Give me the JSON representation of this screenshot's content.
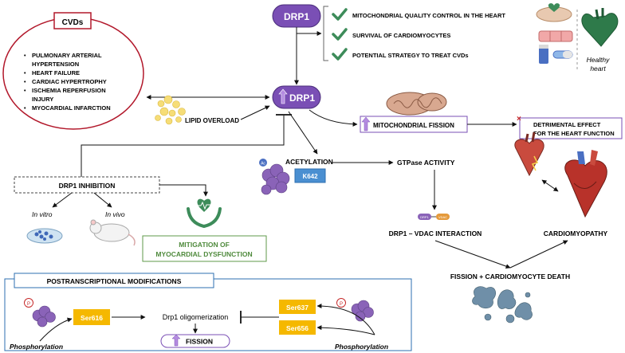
{
  "cvds": {
    "title": "CVDs",
    "items": [
      "PULMONARY ARTERIAL",
      "HYPERTENSION",
      "HEART FAILURE",
      "CARDIAC HYPERTROPHY",
      "ISCHEMIA REPERFUSION",
      "INJURY",
      "MYOCARDIAL INFARCTION"
    ]
  },
  "drp1_top": "DRP1",
  "drp1_mid": "DRP1",
  "benefits": [
    "MITOCHONDRIAL QUALITY CONTROL IN THE HEART",
    "SURVIVAL OF CARDIOMYOCYTES",
    "POTENTIAL STRATEGY TO TREAT CVDs"
  ],
  "healthy_heart": [
    "Healthy",
    "heart"
  ],
  "lipid_overload": "LIPID OVERLOAD",
  "mito_fission": "MITOCHONDRIAL FISSION",
  "detrimental": [
    "DETRIMENTAL EFFECT",
    "FOR THE HEART FUNCTION"
  ],
  "acetylation": "ACETYLATION",
  "ac_label": "Ac",
  "k642": "K642",
  "gtpase": "GTPase ACTIVITY",
  "drp1_inhibition": "DRP1 INHIBITION",
  "in_vitro": "In vitro",
  "in_vivo": "In vivo",
  "mitigation": [
    "MITIGATION OF",
    "MYOCARDIAL DYSFUNCTION"
  ],
  "drp1_vdac_small": [
    "DRP1",
    "VDAC"
  ],
  "drp1_vdac": "DRP1 – VDAC INTERACTION",
  "cardiomyopathy": "CARDIOMYOPATHY",
  "fission_death": "FISSION + CARDIOMYOCYTE DEATH",
  "ptm": {
    "title": "POSTRANSCRIPTIONAL MODIFICATIONS",
    "p_label": "P",
    "ser616": "Ser616",
    "oligomerization": "Drp1 oligomerization",
    "fission": "FISSION",
    "ser637": "Ser637",
    "ser656": "Ser656",
    "phos_left": "Phosphorylation",
    "phos_right": "Phosphorylation"
  },
  "colors": {
    "purple": "#7a4fb5",
    "purple_light": "#b48be0",
    "crimson": "#b2182b",
    "green_check": "#3d8c5a",
    "green_box": "#5f9a4a",
    "mitigation_text": "#4f8a3c",
    "blue_box": "#4a8fd1",
    "gold": "#f5b800",
    "ptm_border": "#2e6fb0"
  }
}
